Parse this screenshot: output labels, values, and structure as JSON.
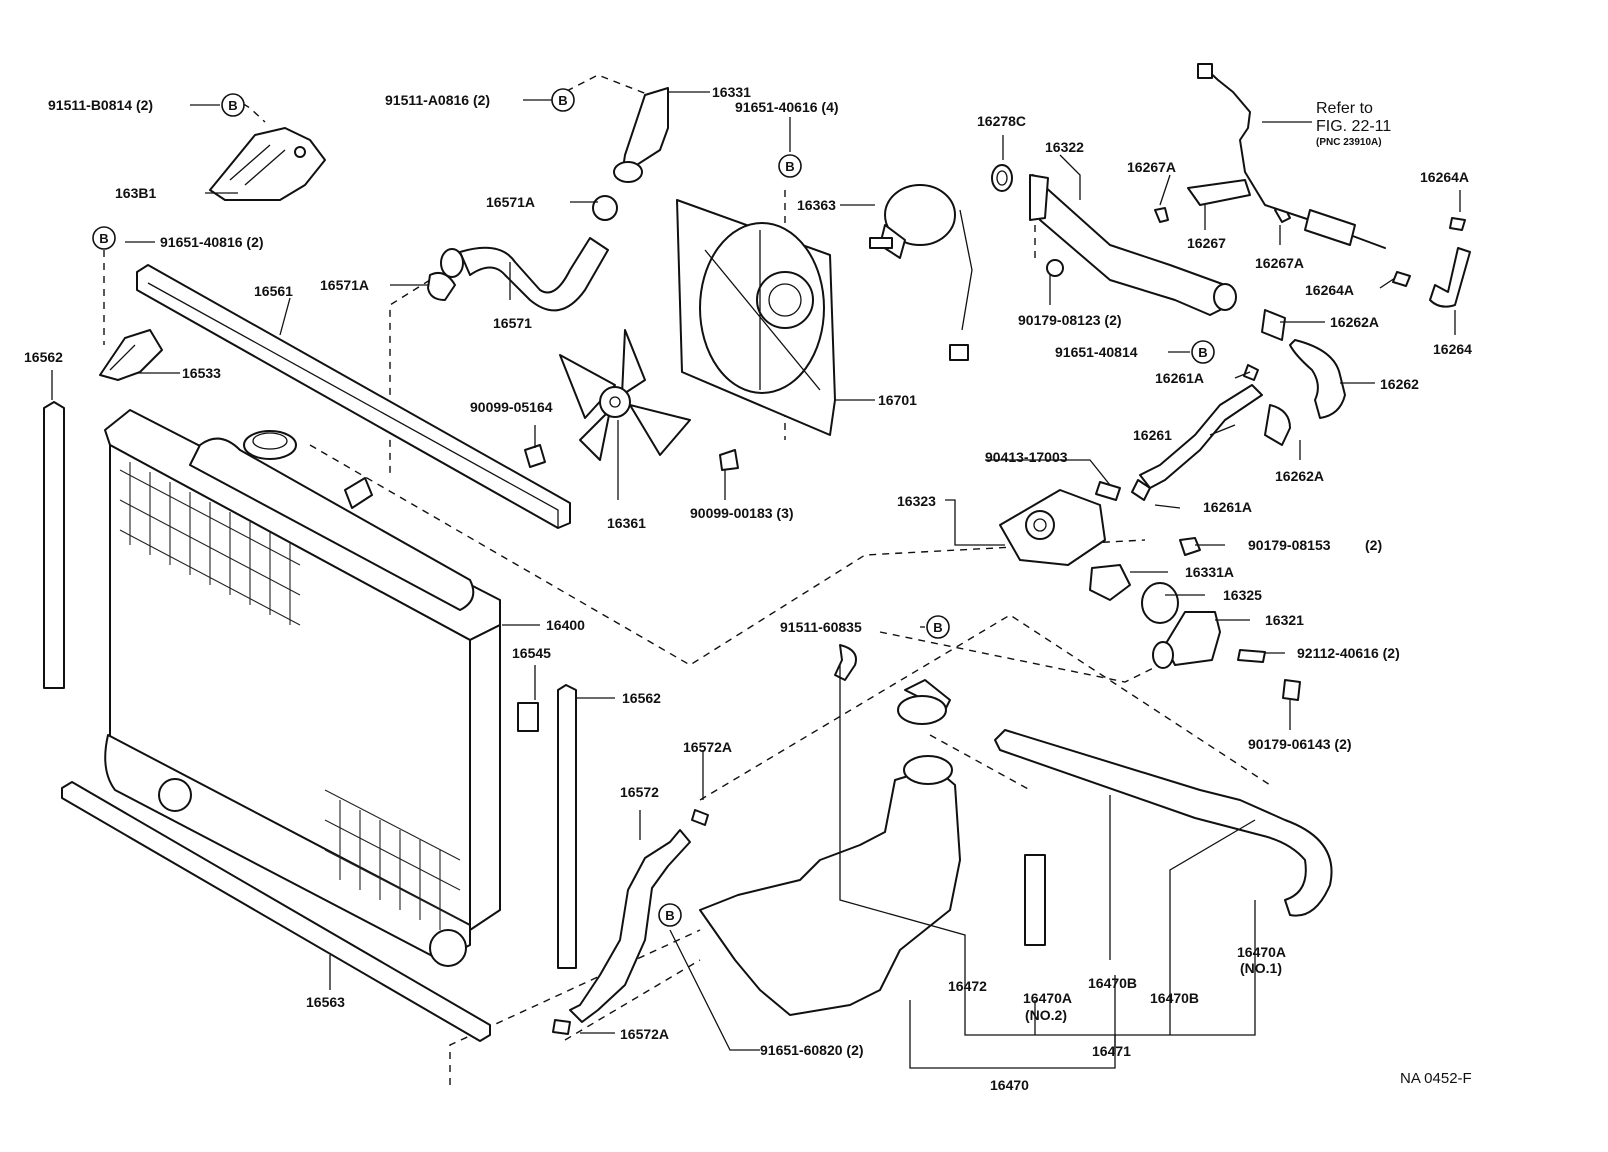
{
  "callouts": {
    "c163B1": "163B1",
    "c91511_B0814": "91511-B0814 (2)",
    "c91511_A0816": "91511-A0816 (2)",
    "c16331": "16331",
    "c91651_40616": "91651-40616 (4)",
    "c16571A_top": "16571A",
    "c16571A_left": "16571A",
    "c16571": "16571",
    "c91651_40816": "91651-40816 (2)",
    "c16561": "16561",
    "c16562_left": "16562",
    "c16533": "16533",
    "c90099_05164": "90099-05164",
    "c16361": "16361",
    "c90099_00183": "90099-00183 (3)",
    "c16701": "16701",
    "c16363": "16363",
    "c16278C": "16278C",
    "c16322": "16322",
    "c90179_08123": "90179-08123 (2)",
    "c91651_40814": "91651-40814",
    "c16267A_top": "16267A",
    "c16267": "16267",
    "c16267A_bot": "16267A",
    "c16264A_top": "16264A",
    "c16264A_mid": "16264A",
    "c16264": "16264",
    "c16262A_top": "16262A",
    "c16262": "16262",
    "c16261A_top": "16261A",
    "c16261": "16261",
    "c16262A_bot": "16262A",
    "c16261A_bot": "16261A",
    "c90413_17003": "90413-17003",
    "c16323": "16323",
    "c90179_08153": "90179-08153",
    "c90179_08153_qty": "(2)",
    "c16331A": "16331A",
    "c16325": "16325",
    "c16321": "16321",
    "c91511_60835": "91511-60835",
    "c92112_40616": "92112-40616 (2)",
    "c90179_06143": "90179-06143 (2)",
    "c16400": "16400",
    "c16545": "16545",
    "c16562_mid": "16562",
    "c16572A_top": "16572A",
    "c16572": "16572",
    "c16572A_bot": "16572A",
    "c16563": "16563",
    "c91651_60820": "91651-60820 (2)",
    "c16470": "16470",
    "c16471": "16471",
    "c16472": "16472",
    "c16470A_no2": "16470A",
    "c16470A_no2_sub": "(NO.2)",
    "c16470B_left": "16470B",
    "c16470B_right": "16470B",
    "c16470A_no1": "16470A",
    "c16470A_no1_sub": "(NO.1)"
  },
  "reference": {
    "line1": "Refer to",
    "line2": "FIG. 22-11",
    "line3": "(PNC 23910A)"
  },
  "badge_letter": "B",
  "sheet_number": "NA 0452-F"
}
